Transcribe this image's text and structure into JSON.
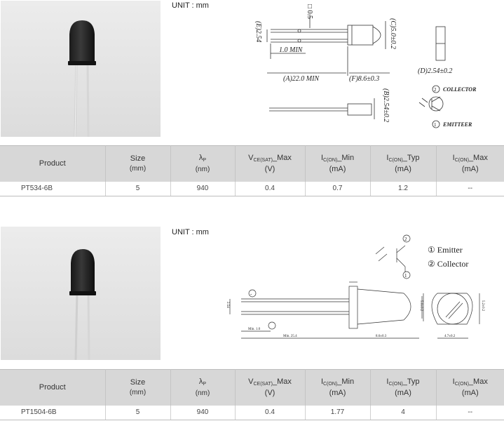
{
  "products": [
    {
      "unit_label": "UNIT : mm",
      "drawing_labels": {
        "e": "(E)2.54",
        "lead": "□ 0.5",
        "c": "(C)5.0±0.2",
        "min": "1.0  MIN",
        "a": "(A)22.0  MIN",
        "f": "(F)8.6±0.3",
        "d": "(D)2.54±0.2",
        "b": "(B)2.54±0.2",
        "pin2_num": "2",
        "pin2": "COLLECTOR",
        "pin1_num": "1",
        "pin1": "EMITTEER"
      },
      "headers": {
        "product": "Product",
        "size": "Size",
        "size_unit": "(mm)",
        "lambda": "λ",
        "lambda_sub": "P",
        "lambda_unit": "(nm)",
        "vce_pre": "V",
        "vce_sub": "CE(SAT)",
        "vce_post": "_Max",
        "vce_unit": "(V)",
        "icmin_pre": "I",
        "icmin_sub": "C(ON)",
        "icmin_post": "_Min",
        "icmin_unit": "(mA)",
        "ictyp_pre": "I",
        "ictyp_sub": "C(ON)",
        "ictyp_post": "_Typ",
        "ictyp_unit": "(mA)",
        "icmax_pre": "I",
        "icmax_sub": "C(ON)",
        "icmax_post": "_Max",
        "icmax_unit": "(mA)"
      },
      "row": {
        "product": "PT534-6B",
        "size": "5",
        "lambda": "940",
        "vce": "0.4",
        "icmin": "0.7",
        "ictyp": "1.2",
        "icmax": "--"
      }
    },
    {
      "unit_label": "UNIT : mm",
      "drawing_labels": {
        "pin2_num": "2",
        "pin1_num": "1",
        "legend1": "① Emitter",
        "legend2": "② Collector",
        "minus": "⊖",
        "dim1": "2.54",
        "dim_min": "Min. 1.0",
        "dim_len": "Min. 25.4",
        "dim_body": "8.6±0.3",
        "dim_d": "4.7±0.2",
        "dim_h": "5.0±0.2",
        "dim_side": "5.2±0.2"
      },
      "headers": {
        "product": "Product",
        "size": "Size",
        "size_unit": "(mm)",
        "lambda": "λ",
        "lambda_sub": "P",
        "lambda_unit": "(nm)",
        "vce_pre": "V",
        "vce_sub": "CE(SAT)",
        "vce_post": "_Max",
        "vce_unit": "(V)",
        "icmin_pre": "I",
        "icmin_sub": "C(ON)",
        "icmin_post": "_Min",
        "icmin_unit": "(mA)",
        "ictyp_pre": "I",
        "ictyp_sub": "C(ON)",
        "ictyp_post": "_Typ",
        "ictyp_unit": "(mA)",
        "icmax_pre": "I",
        "icmax_sub": "C(ON)",
        "icmax_post": "_Max",
        "icmax_unit": "(mA)"
      },
      "row": {
        "product": "PT1504-6B",
        "size": "5",
        "lambda": "940",
        "vce": "0.4",
        "icmin": "1.77",
        "ictyp": "4",
        "icmax": "--"
      }
    }
  ]
}
